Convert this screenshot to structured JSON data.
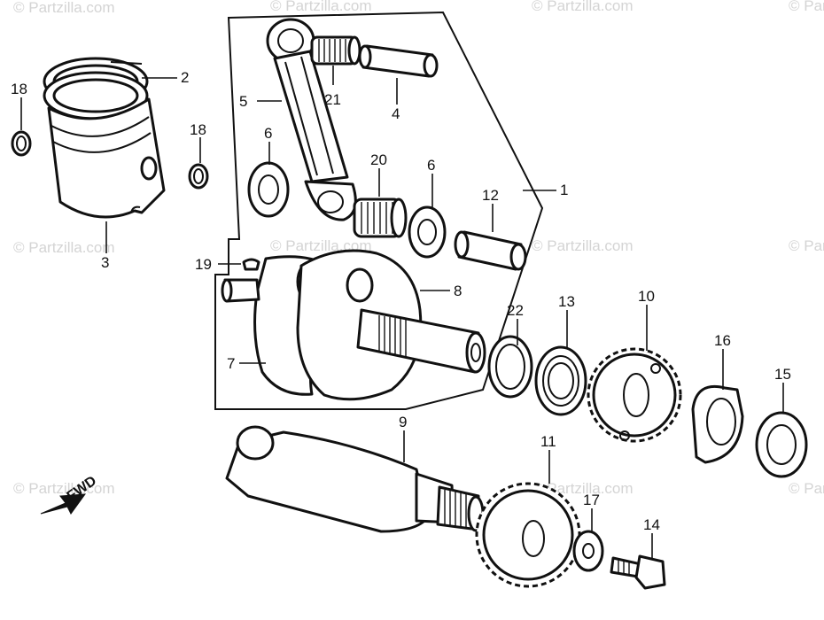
{
  "diagram": {
    "watermark_text": "© Partzilla.com",
    "direction_label": "FWD",
    "callouts": [
      {
        "id": "1",
        "label": "1"
      },
      {
        "id": "2",
        "label": "2"
      },
      {
        "id": "3",
        "label": "3"
      },
      {
        "id": "4",
        "label": "4"
      },
      {
        "id": "5",
        "label": "5"
      },
      {
        "id": "6a",
        "label": "6"
      },
      {
        "id": "6b",
        "label": "6"
      },
      {
        "id": "7",
        "label": "7"
      },
      {
        "id": "8",
        "label": "8"
      },
      {
        "id": "9",
        "label": "9"
      },
      {
        "id": "10",
        "label": "10"
      },
      {
        "id": "11",
        "label": "11"
      },
      {
        "id": "12",
        "label": "12"
      },
      {
        "id": "13",
        "label": "13"
      },
      {
        "id": "14",
        "label": "14"
      },
      {
        "id": "15",
        "label": "15"
      },
      {
        "id": "16",
        "label": "16"
      },
      {
        "id": "17",
        "label": "17"
      },
      {
        "id": "18a",
        "label": "18"
      },
      {
        "id": "18b",
        "label": "18"
      },
      {
        "id": "19",
        "label": "19"
      },
      {
        "id": "20",
        "label": "20"
      },
      {
        "id": "21",
        "label": "21"
      },
      {
        "id": "22",
        "label": "22"
      }
    ]
  }
}
